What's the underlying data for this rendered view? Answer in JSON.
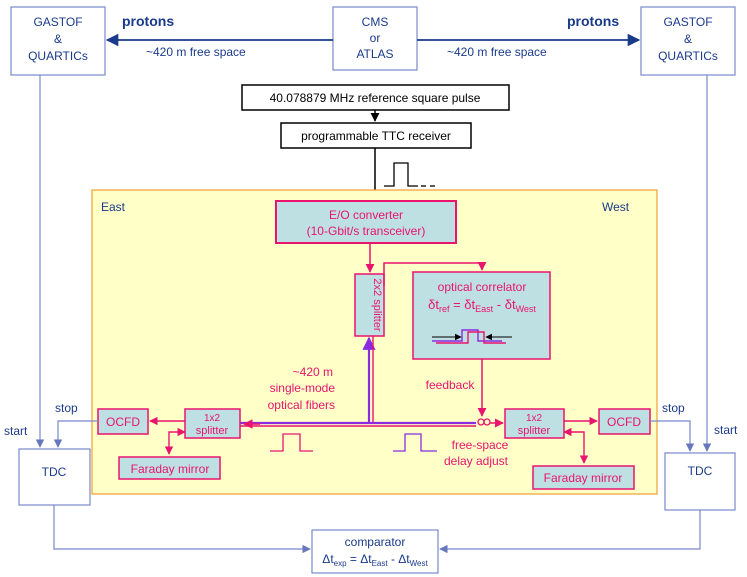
{
  "detectors": {
    "left": {
      "line1": "GASTOF",
      "line2": "&",
      "line3": "QUARTICs"
    },
    "right": {
      "line1": "GASTOF",
      "line2": "&",
      "line3": "QUARTICs"
    }
  },
  "center_detector": {
    "line1": "CMS",
    "line2": "or",
    "line3": "ATLAS"
  },
  "beam": {
    "protons_left": "protons",
    "protons_right": "protons",
    "free_space_left": "~420 m free space",
    "free_space_right": "~420 m free space"
  },
  "reference": {
    "label": "40.078879 MHz reference square pulse"
  },
  "ttc": {
    "label": "programmable TTC receiver"
  },
  "panel": {
    "east": "East",
    "west": "West"
  },
  "eo": {
    "line1": "E/O converter",
    "line2": "(10-Gbit/s transceiver)"
  },
  "splitter2x2": {
    "label": "2x2 splitter"
  },
  "correlator": {
    "title": "optical correlator",
    "formula_lhs": "δt",
    "formula_lhs_sub": "ref",
    "formula_mid": " = δt",
    "formula_mid_sub": "East",
    "formula_minus": " - δt",
    "formula_rhs_sub": "West"
  },
  "fibers": {
    "line1": "~420 m",
    "line2": "single-mode",
    "line3": "optical fibers"
  },
  "feedback": {
    "label": "feedback"
  },
  "delay": {
    "line1": "free-space",
    "line2": "delay adjust"
  },
  "splitter_left": {
    "line1": "1x2",
    "line2": "splitter"
  },
  "splitter_right": {
    "line1": "1x2",
    "line2": "splitter"
  },
  "ocfd_left": {
    "label": "OCFD"
  },
  "ocfd_right": {
    "label": "OCFD"
  },
  "faraday_left": {
    "label": "Faraday mirror"
  },
  "faraday_right": {
    "label": "Faraday mirror"
  },
  "tdc_left": {
    "label": "TDC"
  },
  "tdc_right": {
    "label": "TDC"
  },
  "signals": {
    "start_left": "start",
    "stop_left": "stop",
    "start_right": "start",
    "stop_right": "stop"
  },
  "comparator": {
    "title": "comparator",
    "lhs": "Δt",
    "lhs_sub": "exp",
    "mid": " = Δt",
    "mid_sub": "East",
    "minus": " - Δt",
    "rhs_sub": "West"
  },
  "colors": {
    "panel_fill": "#ffffc8",
    "panel_stroke": "#f0a030",
    "box_fill": "#bfe0e3",
    "magenta": "#e8146e",
    "purple": "#8a2be2",
    "blue_line": "#7788cc",
    "text_blue": "#1a3a8a",
    "text_magenta": "#e8146e"
  }
}
